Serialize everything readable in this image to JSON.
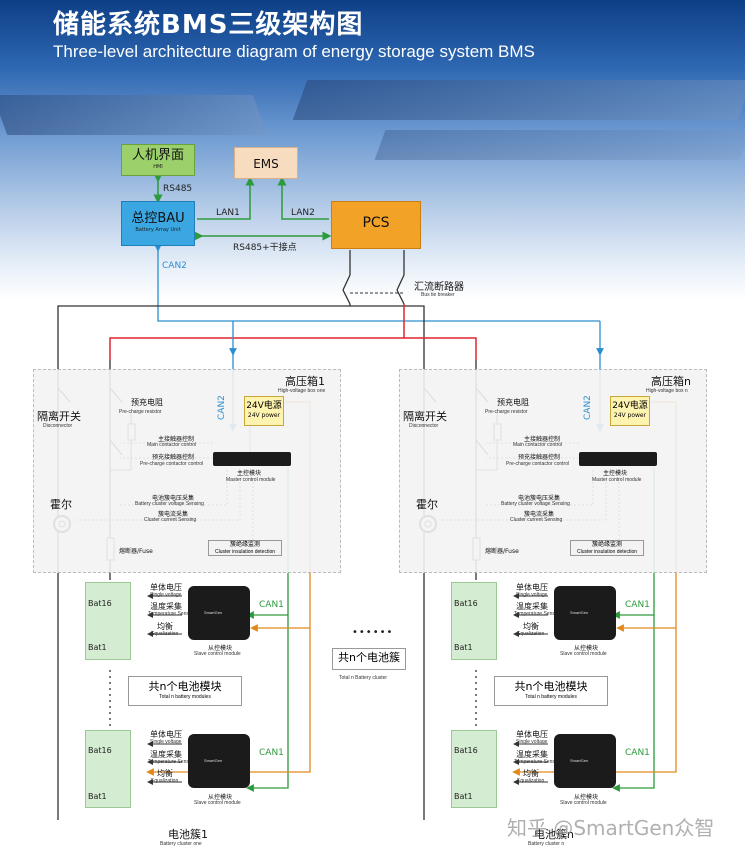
{
  "header": {
    "title_cn": "储能系统BMS三级架构图",
    "title_en": "Three-level architecture diagram of energy storage system BMS"
  },
  "top": {
    "hmi": {
      "label": "人机界面",
      "sub": "HMI"
    },
    "ems": {
      "label": "EMS"
    },
    "bau": {
      "label": "总控BAU",
      "sub": "Battery Array Unit"
    },
    "pcs": {
      "label": "PCS"
    },
    "links": {
      "rs485": "RS485",
      "lan1": "LAN1",
      "lan2": "LAN2",
      "rs485_dry": "RS485+干接点",
      "can2": "CAN2"
    },
    "breaker": {
      "label": "汇流断路器",
      "sub": "Bus tie breaker"
    }
  },
  "cluster1": {
    "box_title": "高压箱1",
    "box_sub": "High-voltage box one",
    "can2": "CAN2",
    "disconnector": "隔离开关",
    "disconnector_sub": "Disconnector",
    "precharge": "预充电阻",
    "precharge_sub": "Pre-charge resistor",
    "power": "24V电源",
    "power_sub": "24V power",
    "main_contactor": "主接触器控制",
    "main_contactor_sub": "Main contactor control",
    "pre_contactor": "预充接触器控制",
    "pre_contactor_sub": "Pre-charge contactor control",
    "mcm": "主控模块",
    "mcm_sub": "Master control module",
    "hall": "霍尔",
    "volt_sense": "电池簇电压采集",
    "volt_sense_sub": "Battery cluster voltage Sensing",
    "curr_sense": "簇电流采集",
    "curr_sense_sub": "Cluster current Sensing",
    "fuse": "熔断器/Fuse",
    "insulation": "簇绝缘监测",
    "insulation_sub": "Cluster insulation detection",
    "bat_top": "Bat16",
    "bat_bottom": "Bat1",
    "single_voltage": "单体电压",
    "single_voltage_sub": "Single voltage",
    "temp": "温度采集",
    "temp_sub": "Temperature Sensing",
    "eq": "均衡",
    "eq_sub": "Equalization",
    "slave": "从控模块",
    "slave_sub": "Slave control module",
    "can1": "CAN1",
    "modules": "共n个电池模块",
    "modules_sub": "Total n battery modules",
    "name": "电池簇1",
    "name_sub": "Battery cluster one"
  },
  "clustern": {
    "box_title": "高压箱n",
    "box_sub": "High-voltage box n",
    "can2": "CAN2",
    "disconnector": "隔离开关",
    "disconnector_sub": "Disconnector",
    "precharge": "预充电阻",
    "precharge_sub": "Pre-charge resistor",
    "power": "24V电源",
    "power_sub": "24V power",
    "main_contactor": "主接触器控制",
    "main_contactor_sub": "Main contactor control",
    "pre_contactor": "预充接触器控制",
    "pre_contactor_sub": "Pre-charge contactor control",
    "mcm": "主控模块",
    "mcm_sub": "Master control module",
    "hall": "霍尔",
    "volt_sense": "电池簇电压采集",
    "volt_sense_sub": "Battery cluster voltage Sensing",
    "curr_sense": "簇电流采集",
    "curr_sense_sub": "Cluster current Sensing",
    "fuse": "熔断器/Fuse",
    "insulation": "簇绝缘监测",
    "insulation_sub": "Cluster insulation detection",
    "bat_top": "Bat16",
    "bat_bottom": "Bat1",
    "single_voltage": "单体电压",
    "single_voltage_sub": "Single voltage",
    "temp": "温度采集",
    "temp_sub": "Temperature Sensing",
    "eq": "均衡",
    "eq_sub": "Equalization",
    "slave": "从控模块",
    "slave_sub": "Slave control module",
    "can1": "CAN1",
    "modules": "共n个电池模块",
    "modules_sub": "Total n battery modules",
    "name": "电池簇n",
    "name_sub": "Battery cluster n"
  },
  "middle": {
    "dots": "••••••",
    "total": "共n个电池簇",
    "total_sub": "Total n Battery cluster"
  },
  "watermark": "知乎 @SmartGen众智",
  "colors": {
    "power_line": "#e0252b",
    "dc_line": "#333333",
    "can2": "#2a8fd0",
    "can1": "#2d9a3c",
    "sense": "#e08a1e"
  }
}
